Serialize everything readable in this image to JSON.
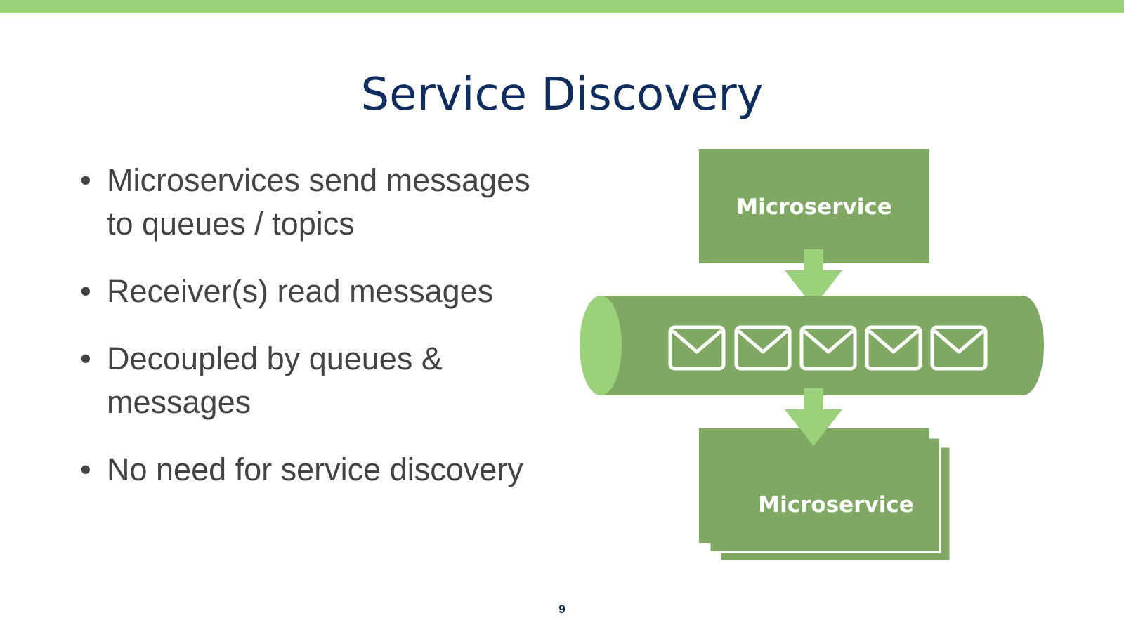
{
  "slide": {
    "title": "Service Discovery",
    "page_number": "9",
    "accent_color": "#9bd17a",
    "title_color": "#0f2d5f"
  },
  "bullets": [
    {
      "text": "Microservices send messages to queues / topics"
    },
    {
      "text": "Receiver(s) read messages"
    },
    {
      "text": "Decoupled by queues & messages"
    },
    {
      "text": "No need for service discovery"
    }
  ],
  "diagram": {
    "sender_label": "Microservice",
    "receiver_label": "Microservice",
    "queue_message_count": 5,
    "box_color": "#7fa862",
    "arrow_color": "#9bd17a",
    "icons": [
      "envelope-icon",
      "arrow-down-icon",
      "queue-cylinder"
    ]
  }
}
